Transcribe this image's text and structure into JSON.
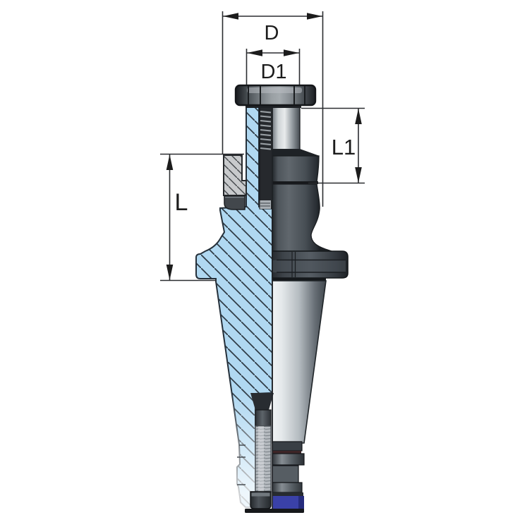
{
  "drawing": {
    "type": "technical-sectional-drawing",
    "subject": "combi-shell-mill-arbor-tool-holder",
    "labels": {
      "outer_diameter": "D",
      "pilot_diameter": "D1",
      "gauge_length": "L",
      "head_length": "L1"
    },
    "colors": {
      "section_blue": "#b0d8f1",
      "hatch_line": "#2e3a44",
      "key_gray": "#c8cacc",
      "key_hatch_line": "#43474b",
      "metal_dark": "#33383d",
      "metal_light": "#d8dcdf",
      "retention_band_blue": "#3a41a8",
      "seal_red": "#3d2527",
      "dim_line": "#2b2d30"
    }
  }
}
